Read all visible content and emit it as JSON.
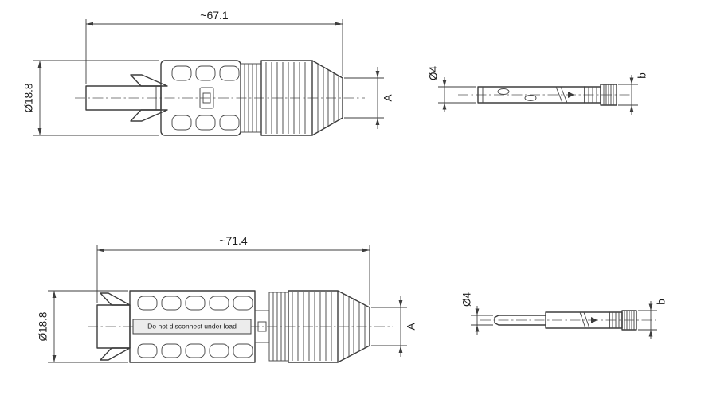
{
  "views": {
    "connector_top": {
      "length_dim": "~67.1",
      "diameter_dim": "Ø18.8",
      "end_dim": "A"
    },
    "contact_top": {
      "diameter_dim": "Ø4",
      "end_dim": "b"
    },
    "connector_bottom": {
      "length_dim": "~71.4",
      "diameter_dim": "Ø18.8",
      "end_dim": "A",
      "warning_label": "Do not disconnect under load"
    },
    "contact_bottom": {
      "diameter_dim": "Ø4",
      "end_dim": "b"
    }
  }
}
